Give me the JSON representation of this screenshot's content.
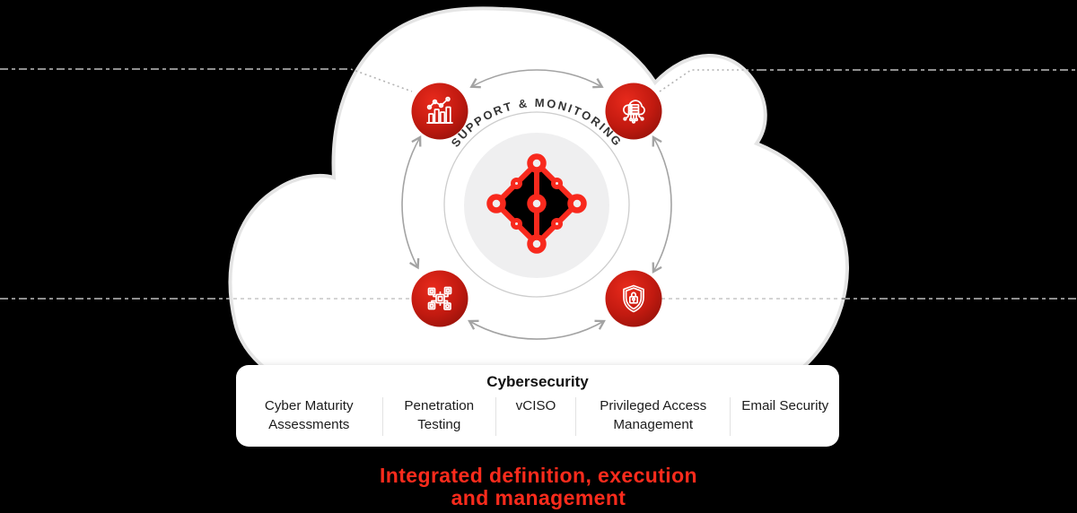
{
  "diagram": {
    "ring_label": "SUPPORT & MONITORING",
    "center_icon": "network-nodes-icon",
    "orbit_icons": [
      {
        "name": "growth-chart-icon",
        "position": "top-left"
      },
      {
        "name": "cloud-server-icon",
        "position": "top-right"
      },
      {
        "name": "chip-network-icon",
        "position": "bottom-left"
      },
      {
        "name": "shield-lock-icon",
        "position": "bottom-right"
      }
    ]
  },
  "panel": {
    "title": "Cybersecurity",
    "items": [
      "Cyber Maturity Assessments",
      "Penetration Testing",
      "vCISO",
      "Privileged Access Management",
      "Email Security"
    ]
  },
  "caption": {
    "line1": "Integrated definition, execution",
    "line2": "and management"
  },
  "colors": {
    "background": "#000000",
    "accent_red": "#f8291d",
    "circle_red_light": "#e82a1c",
    "circle_red_mid": "#c21a10",
    "circle_red_dark": "#8c1009",
    "caption_red": "#fb2b1c",
    "ring_label_color": "#333333",
    "cloud_outline": "#e5e5e5",
    "center_circle_bg": "#efeff0",
    "arc_gray": "#a3a3a3",
    "dash_gray": "#8f8f8f",
    "divider": "#e2e2e2",
    "panel_bg": "#ffffff",
    "text_dark": "#1c1c1c"
  }
}
